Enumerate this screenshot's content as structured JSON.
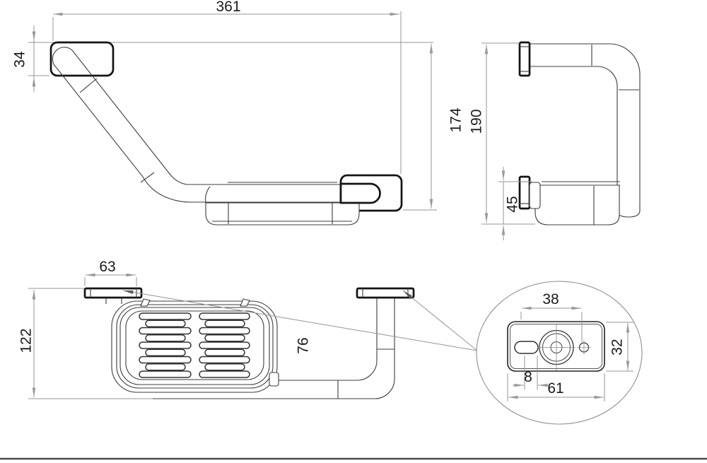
{
  "views": {
    "front": {
      "dims": {
        "overall_width": "361",
        "plate_height": "34",
        "overall_height": "174"
      }
    },
    "side": {
      "dims": {
        "overall_height": "190",
        "basket_height": "45"
      }
    },
    "plan": {
      "dims": {
        "plate_width": "63",
        "overall_depth": "122",
        "basket_inner_depth": "76"
      }
    },
    "detail": {
      "dims": {
        "hole_spacing": "38",
        "plate_height": "32",
        "slot_width": "8",
        "plate_width": "61"
      }
    }
  }
}
